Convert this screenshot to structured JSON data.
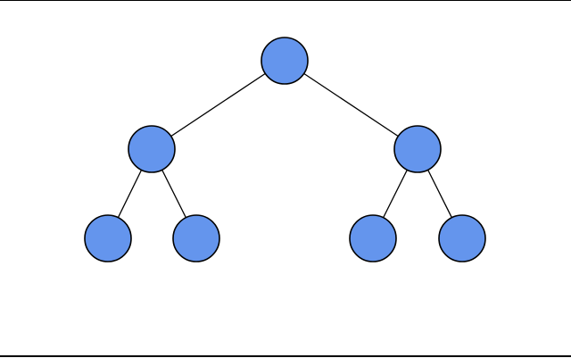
{
  "diagram": {
    "type": "binary-tree",
    "colors": {
      "node_fill": "#6495ed",
      "node_stroke": "#000000",
      "edge_stroke": "#000000",
      "background": "#ffffff"
    },
    "nodes": [
      {
        "id": "root",
        "level": 0,
        "label": ""
      },
      {
        "id": "left",
        "level": 1,
        "parent": "root",
        "label": ""
      },
      {
        "id": "right",
        "level": 1,
        "parent": "root",
        "label": ""
      },
      {
        "id": "left-left",
        "level": 2,
        "parent": "left",
        "label": ""
      },
      {
        "id": "left-right",
        "level": 2,
        "parent": "left",
        "label": ""
      },
      {
        "id": "right-left",
        "level": 2,
        "parent": "right",
        "label": ""
      },
      {
        "id": "right-right",
        "level": 2,
        "parent": "right",
        "label": ""
      }
    ],
    "edges": [
      {
        "from": "root",
        "to": "left"
      },
      {
        "from": "root",
        "to": "right"
      },
      {
        "from": "left",
        "to": "left-left"
      },
      {
        "from": "left",
        "to": "left-right"
      },
      {
        "from": "right",
        "to": "right-left"
      },
      {
        "from": "right",
        "to": "right-right"
      }
    ]
  }
}
